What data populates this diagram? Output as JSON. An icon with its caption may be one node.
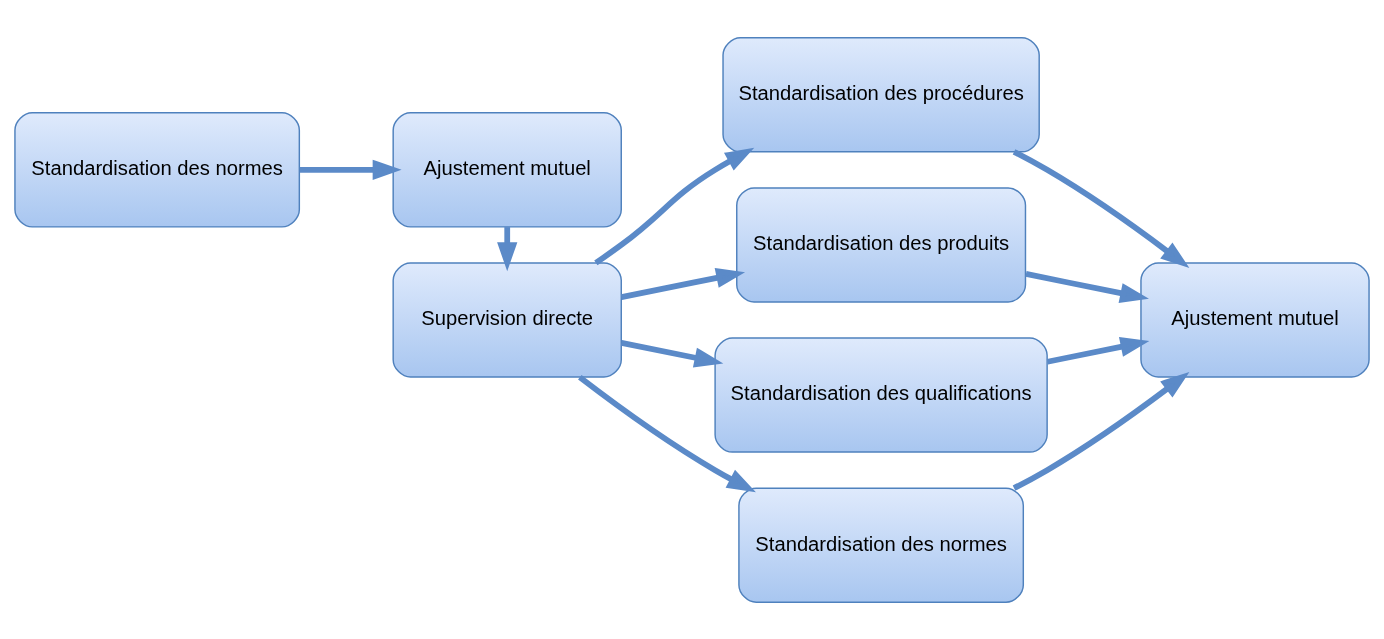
{
  "diagram": {
    "nodes": [
      {
        "text": [
          "Standardisation des normes"
        ]
      },
      {
        "text": [
          "Ajustement mutuel"
        ]
      },
      {
        "text": [
          "Supervision directe"
        ]
      },
      {
        "text": [
          "Standardisation des procédures"
        ]
      },
      {
        "text": [
          "Standardisation des produits"
        ]
      },
      {
        "text": [
          "Standardisation des qualifications"
        ]
      },
      {
        "text": [
          "Standardisation des normes"
        ]
      },
      {
        "text": [
          "Ajustement mutuel"
        ]
      }
    ],
    "edges": [
      {
        "from": 0,
        "to": 1,
        "arrow": "to"
      },
      {
        "from": 1,
        "to": 2,
        "arrow": "to"
      },
      {
        "from": 2,
        "to": 3,
        "arrow": "to"
      },
      {
        "from": 2,
        "to": 4,
        "arrow": "to"
      },
      {
        "from": 2,
        "to": 5,
        "arrow": "to"
      },
      {
        "from": 2,
        "to": 6,
        "arrow": "to"
      },
      {
        "from": 3,
        "to": 7,
        "arrow": "to"
      },
      {
        "from": 4,
        "to": 7,
        "arrow": "to"
      },
      {
        "from": 5,
        "to": 7,
        "arrow": "to"
      },
      {
        "from": 6,
        "to": 7,
        "arrow": "to"
      }
    ]
  }
}
